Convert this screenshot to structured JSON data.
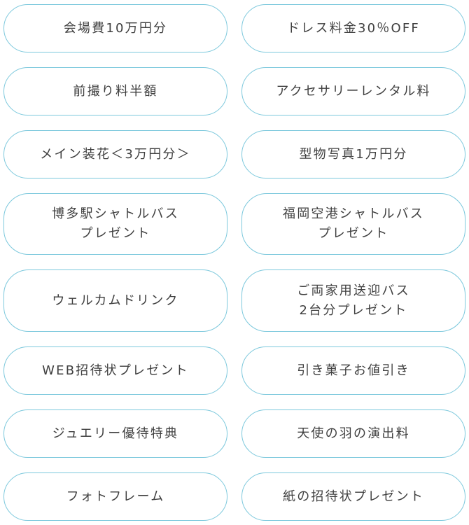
{
  "benefits": [
    {
      "lines": [
        "会場費10万円分"
      ]
    },
    {
      "lines": [
        "ドレス料金30％OFF"
      ]
    },
    {
      "lines": [
        "前撮り料半額"
      ]
    },
    {
      "lines": [
        "アクセサリーレンタル料"
      ]
    },
    {
      "lines": [
        "メイン装花＜3万円分＞"
      ]
    },
    {
      "lines": [
        "型物写真1万円分"
      ]
    },
    {
      "lines": [
        "博多駅シャトルバス",
        "プレゼント"
      ]
    },
    {
      "lines": [
        "福岡空港シャトルバス",
        "プレゼント"
      ]
    },
    {
      "lines": [
        "ウェルカムドリンク"
      ]
    },
    {
      "lines": [
        "ご両家用送迎バス",
        "2台分プレゼント"
      ]
    },
    {
      "lines": [
        "WEB招待状プレゼント"
      ]
    },
    {
      "lines": [
        "引き菓子お値引き"
      ]
    },
    {
      "lines": [
        "ジュエリー優待特典"
      ]
    },
    {
      "lines": [
        "天使の羽の演出料"
      ]
    },
    {
      "lines": [
        "フォトフレーム"
      ]
    },
    {
      "lines": [
        "紙の招待状プレゼント"
      ]
    }
  ],
  "colors": {
    "border": "#7cc8dc",
    "text": "#3f3f3f",
    "background": "#ffffff"
  }
}
